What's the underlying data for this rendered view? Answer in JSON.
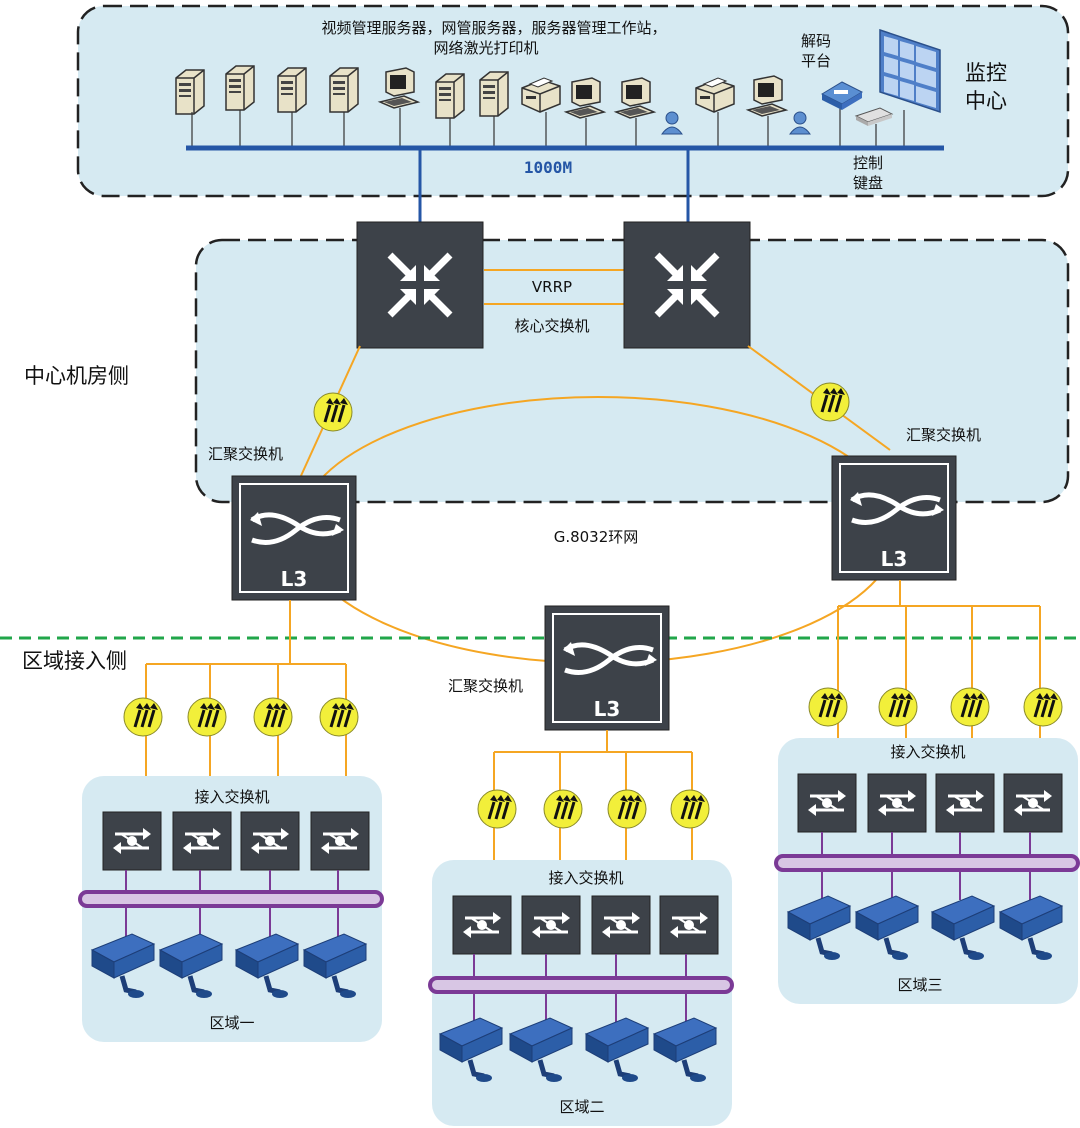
{
  "monitoring_center": {
    "servers_label_line1": "视频管理服务器，网管服务器，服务器管理工作站，",
    "servers_label_line2": "网络激光打印机",
    "decoder_label_line1": "解码",
    "decoder_label_line2": "平台",
    "center_label_line1": "监控",
    "center_label_line2": "中心",
    "keyboard_label_line1": "控制",
    "keyboard_label_line2": "键盘",
    "bus_speed": "1000M"
  },
  "core": {
    "vrrp_label": "VRRP",
    "core_switch_label": "核心交换机",
    "room_side_label": "中心机房侧"
  },
  "aggregation": {
    "left_label": "汇聚交换机",
    "right_label": "汇聚交换机",
    "middle_label": "汇聚交换机",
    "switch_badge": "L3",
    "ring_label": "G.8032环网"
  },
  "access_side_label": "区域接入侧",
  "zones": [
    {
      "name": "区域一",
      "access_label": "接入交换机"
    },
    {
      "name": "区域二",
      "access_label": "接入交换机"
    },
    {
      "name": "区域三",
      "access_label": "接入交换机"
    }
  ],
  "colors": {
    "center_bg": "#d6eaf2",
    "zone_bg": "#d6eaf2",
    "bus": "#2556a6",
    "link": "#f5a623",
    "switch_dark": "#3d4249",
    "fiber_yellow": "#f2ef3a",
    "purple_bus": "#7b3a96",
    "camera_blue": "#2c5ea8",
    "divider_green": "#21a64a"
  }
}
